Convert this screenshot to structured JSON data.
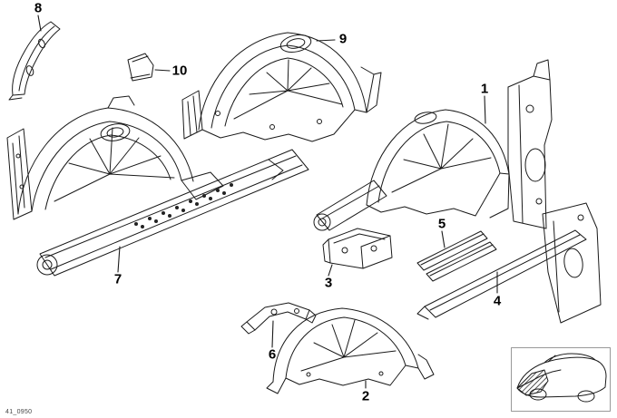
{
  "callouts": {
    "c1": "1",
    "c2": "2",
    "c3": "3",
    "c4": "4",
    "c5": "5",
    "c6": "6",
    "c7": "7",
    "c8": "8",
    "c9": "9",
    "c10": "10"
  },
  "footer": {
    "code": "41_0950"
  },
  "colors": {
    "line": "#1a1a1a",
    "background": "#ffffff"
  }
}
